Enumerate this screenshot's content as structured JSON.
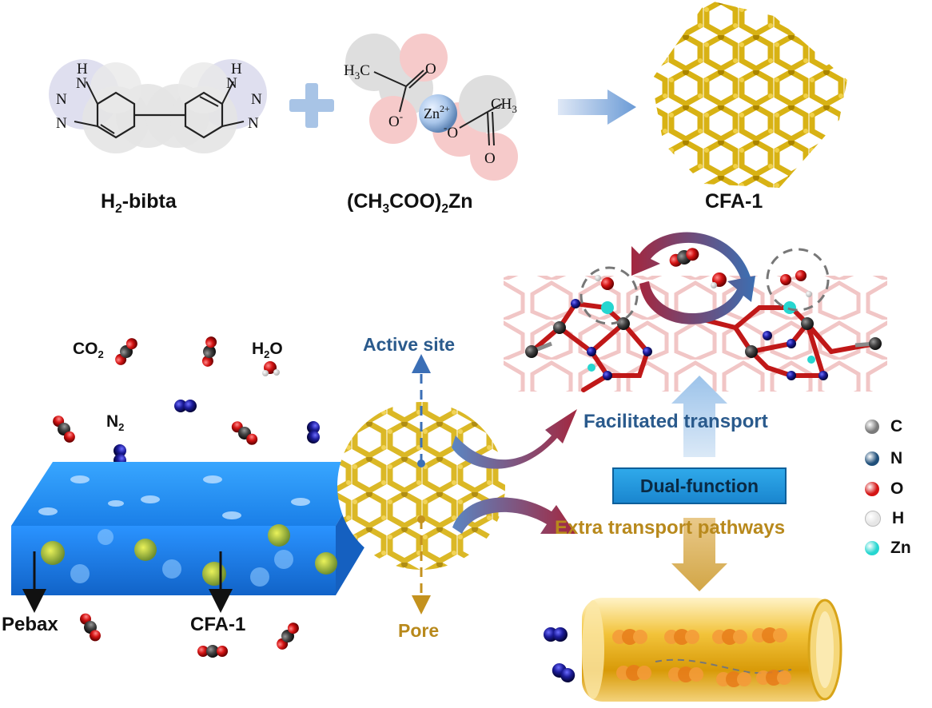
{
  "reaction": {
    "ligand_label_main": "H",
    "ligand_label_sub": "2",
    "ligand_label_tail": "-bibta",
    "zinc_salt_label_a": "(CH",
    "zinc_salt_label_sub1": "3",
    "zinc_salt_label_b": "COO)",
    "zinc_salt_label_sub2": "2",
    "zinc_salt_label_c": "Zn",
    "product_label": "CFA-1",
    "atoms": {
      "nh": "H",
      "n": "N",
      "ch3_left": "H",
      "ch3_left_sub": "3",
      "ch3_left_c": "C",
      "ch3_right": "CH",
      "ch3_right_sub": "3",
      "o_minus": "O",
      "minus": "-",
      "zn": "Zn",
      "zn_charge": "2+",
      "o": "O"
    }
  },
  "gases": {
    "co2_main": "CO",
    "co2_sub": "2",
    "h2o_main": "H",
    "h2o_sub": "2",
    "h2o_tail": "O",
    "n2_main": "N",
    "n2_sub": "2"
  },
  "membrane": {
    "pebax_label": "Pebax",
    "filler_label": "CFA-1"
  },
  "mechanism": {
    "active_site_label": "Active site",
    "pore_label": "Pore",
    "facilitated_label": "Facilitated transport",
    "dual_function_label": "Dual-function",
    "extra_pathways_label": "Extra transport pathways"
  },
  "legend": [
    {
      "element": "C",
      "color": "#7a7a7a"
    },
    {
      "element": "N",
      "color": "#1f4f7a"
    },
    {
      "element": "O",
      "color": "#d41414"
    },
    {
      "element": "H",
      "color": "#e6e6e6"
    },
    {
      "element": "Zn",
      "color": "#26d6d0"
    }
  ]
}
